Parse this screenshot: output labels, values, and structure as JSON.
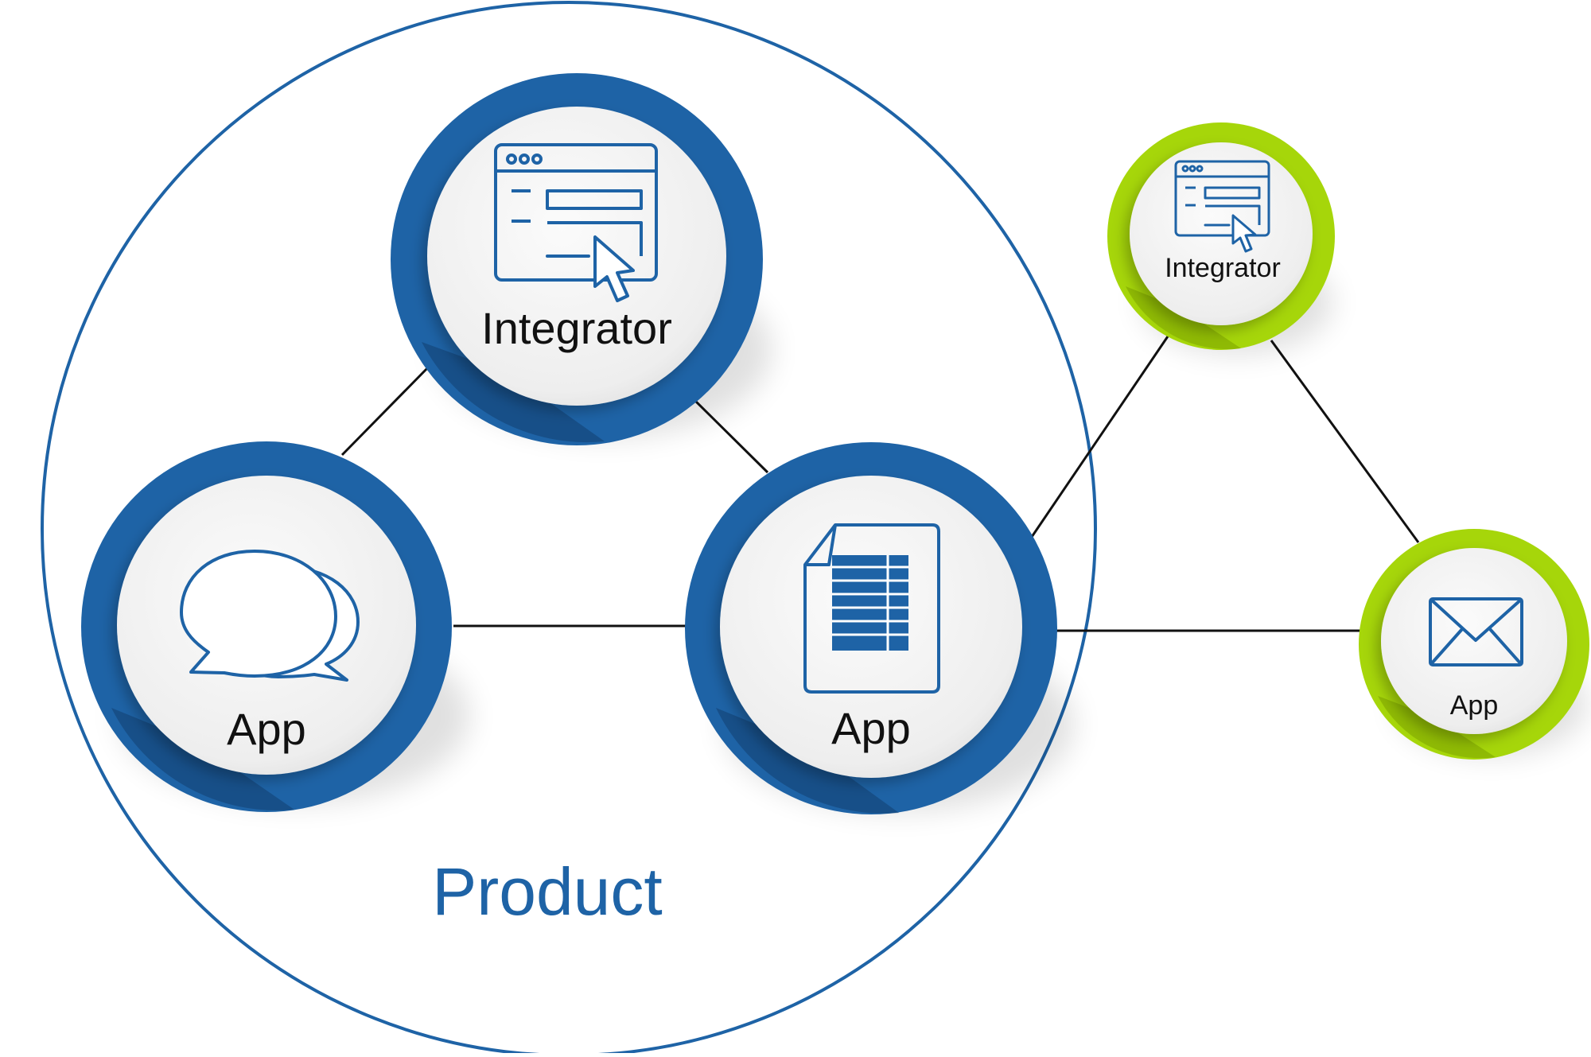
{
  "colors": {
    "blue": "#1e63a6",
    "blue_dark": "#12406f",
    "green": "#a6d60a",
    "green_dark": "#7ca400",
    "line": "#111111",
    "disc": "#f3f3f3",
    "label": "#111111",
    "product_label": "#1e63a6"
  },
  "product": {
    "label": "Product"
  },
  "nodes": {
    "integrator_main": {
      "label": "Integrator",
      "icon": "browser-cursor-icon"
    },
    "app_chat": {
      "label": "App",
      "icon": "chat-bubbles-icon"
    },
    "app_spreadsheet": {
      "label": "App",
      "icon": "spreadsheet-document-icon"
    },
    "integrator_external": {
      "label": "Integrator",
      "icon": "browser-cursor-icon"
    },
    "app_mail": {
      "label": "App",
      "icon": "envelope-icon"
    }
  }
}
